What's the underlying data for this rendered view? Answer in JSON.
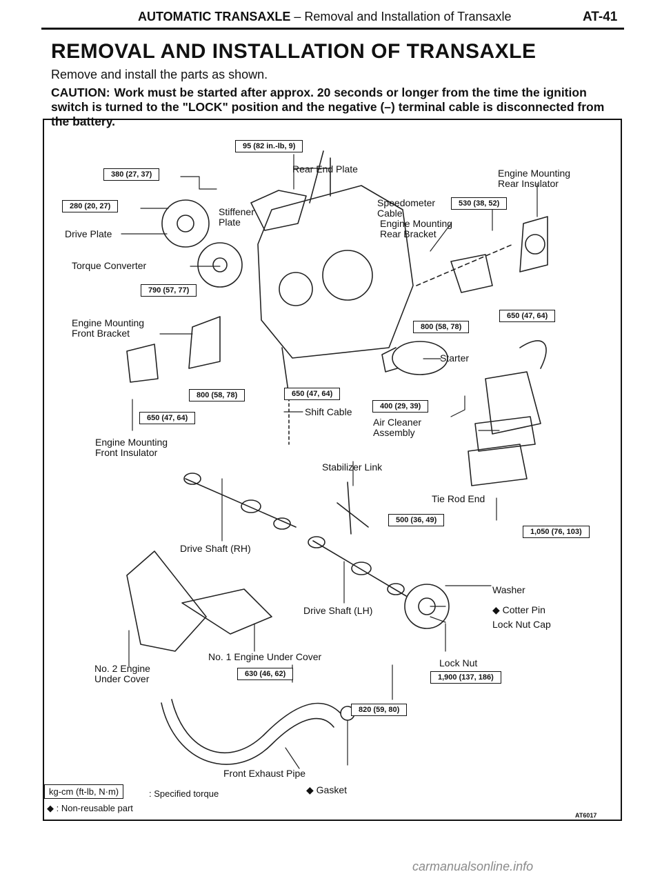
{
  "header": {
    "section": "AUTOMATIC TRANSAXLE",
    "subtitle": " – Removal and Installation of Transaxle",
    "page": "AT-41"
  },
  "title": "REMOVAL AND INSTALLATION OF TRANSAXLE",
  "intro": "Remove and install the parts as shown.",
  "caution": {
    "lead": "CAUTION:",
    "text": "Work must be started after approx. 20 seconds or longer from the time the ignition switch is turned to the \"LOCK\" position and the negative (–) terminal cable is disconnected from the battery."
  },
  "diagram": {
    "labels": {
      "rear_end_plate": "Rear End Plate",
      "engine_mounting_rear_insulator": "Engine Mounting\nRear Insulator",
      "speedometer_cable": "Speedometer\nCable",
      "engine_mounting_rear_bracket": "Engine Mounting\nRear Bracket",
      "stiffener_plate": "Stiffener\nPlate",
      "drive_plate": "Drive Plate",
      "torque_converter": "Torque Converter",
      "engine_mounting_front_bracket": "Engine Mounting\nFront Bracket",
      "starter": "Starter",
      "shift_cable": "Shift Cable",
      "air_cleaner_assembly": "Air Cleaner\nAssembly",
      "engine_mounting_front_insulator": "Engine Mounting\nFront Insulator",
      "stabilizer_link": "Stabilizer Link",
      "tie_rod_end": "Tie Rod End",
      "drive_shaft_rh": "Drive Shaft (RH)",
      "drive_shaft_lh": "Drive Shaft (LH)",
      "washer": "Washer",
      "cotter_pin": "◆ Cotter Pin",
      "lock_nut_cap": "Lock Nut Cap",
      "no1_engine_under_cover": "No. 1 Engine Under Cover",
      "no2_engine_under_cover": "No. 2 Engine\nUnder Cover",
      "lock_nut": "Lock Nut",
      "front_exhaust_pipe": "Front Exhaust Pipe",
      "gasket": "◆ Gasket"
    },
    "torques": {
      "t95": "95 (82 in.-lb, 9)",
      "t380": "380 (27, 37)",
      "t280": "280 (20, 27)",
      "t530": "530 (38, 52)",
      "t790": "790 (57, 77)",
      "t650_rear": "650 (47, 64)",
      "t800_right": "800 (58, 78)",
      "t800_left": "800 (58, 78)",
      "t650_mid": "650 (47, 64)",
      "t650_left": "650 (47, 64)",
      "t400": "400 (29, 39)",
      "t500": "500 (36, 49)",
      "t1050": "1,050 (76, 103)",
      "t630": "630 (46, 62)",
      "t1900": "1,900 (137, 186)",
      "t820": "820 (59, 80)"
    },
    "legend": {
      "unit_box": "kg-cm (ft-lb, N·m)",
      "unit_text": ": Specified torque",
      "nonreusable": "◆ : Non-reusable part"
    },
    "figure_code": "AT6017"
  },
  "watermark": "carmanualsonline.info"
}
